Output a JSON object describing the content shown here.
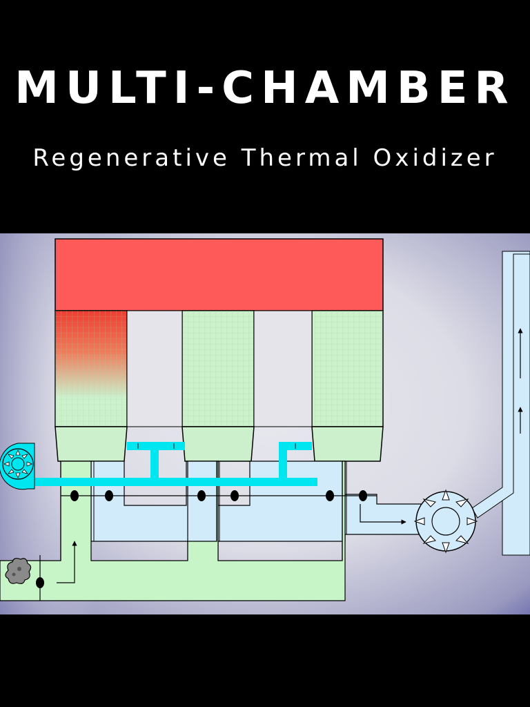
{
  "header": {
    "title": "MULTI-CHAMBER",
    "subtitle": "Regenerative Thermal Oxidizer"
  },
  "colors": {
    "combustion_chamber": "#ff5a5a",
    "media_bed": "#ccf0cc",
    "hot_zone": "#f03c32",
    "inlet_duct": "#c8f5c8",
    "outlet_duct": "#d2ebfa",
    "purge_line": "#00e6f0",
    "background_light": "#e6e6ee",
    "background_dark": "#32329a"
  },
  "diagram": {
    "chamber_count": 3,
    "icons": [
      "inlet-fan-icon",
      "exhaust-fan-icon",
      "burner-icon",
      "valve-icon",
      "flow-arrow-icon"
    ]
  }
}
